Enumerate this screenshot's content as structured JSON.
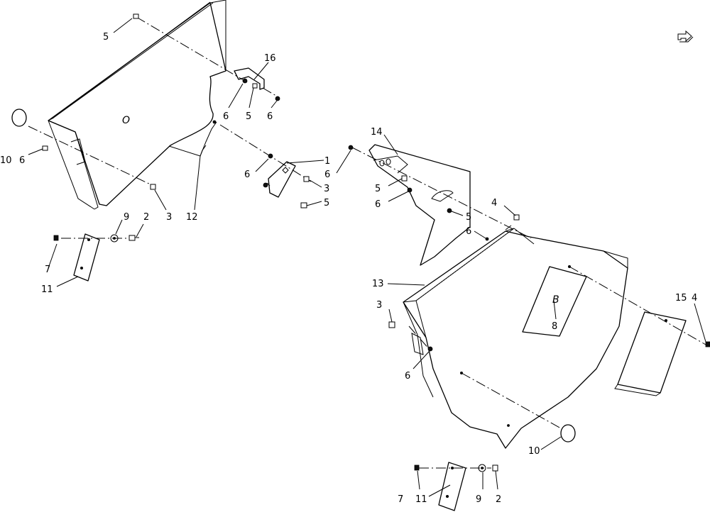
{
  "diagram": {
    "parts": {
      "front_panel": {
        "mark": "O"
      },
      "rear_shield_panel": {
        "mark": "B"
      }
    },
    "callouts": [
      {
        "id": "c-5-top",
        "text": "5"
      },
      {
        "id": "c-16",
        "text": "16"
      },
      {
        "id": "c-6-a",
        "text": "6"
      },
      {
        "id": "c-5-a",
        "text": "5"
      },
      {
        "id": "c-6-b",
        "text": "6"
      },
      {
        "id": "c-10-left",
        "text": "10"
      },
      {
        "id": "c-6-left",
        "text": "6"
      },
      {
        "id": "c-3-left",
        "text": "3"
      },
      {
        "id": "c-12",
        "text": "12"
      },
      {
        "id": "c-1-mid",
        "text": "1"
      },
      {
        "id": "c-6-mid",
        "text": "6"
      },
      {
        "id": "c-6-mid2",
        "text": "6"
      },
      {
        "id": "c-3-mid",
        "text": "3"
      },
      {
        "id": "c-5-mid",
        "text": "5"
      },
      {
        "id": "c-9-left",
        "text": "9"
      },
      {
        "id": "c-2-left",
        "text": "2"
      },
      {
        "id": "c-7-left",
        "text": "7"
      },
      {
        "id": "c-11-left",
        "text": "11"
      },
      {
        "id": "c-14",
        "text": "14"
      },
      {
        "id": "c-5-r1",
        "text": "5"
      },
      {
        "id": "c-6-r1",
        "text": "6"
      },
      {
        "id": "c-5-r2",
        "text": "5"
      },
      {
        "id": "c-4-r",
        "text": "4"
      },
      {
        "id": "c-6-r2",
        "text": "6"
      },
      {
        "id": "c-13",
        "text": "13"
      },
      {
        "id": "c-8",
        "text": "8"
      },
      {
        "id": "c-15",
        "text": "15"
      },
      {
        "id": "c-4-far",
        "text": "4"
      },
      {
        "id": "c-3-r",
        "text": "3"
      },
      {
        "id": "c-6-r3",
        "text": "6"
      },
      {
        "id": "c-10-r",
        "text": "10"
      },
      {
        "id": "c-7-bot",
        "text": "7"
      },
      {
        "id": "c-11-bot",
        "text": "11"
      },
      {
        "id": "c-9-bot",
        "text": "9"
      },
      {
        "id": "c-2-bot",
        "text": "2"
      }
    ]
  },
  "icons": {
    "corner": "return-arrow-icon"
  }
}
